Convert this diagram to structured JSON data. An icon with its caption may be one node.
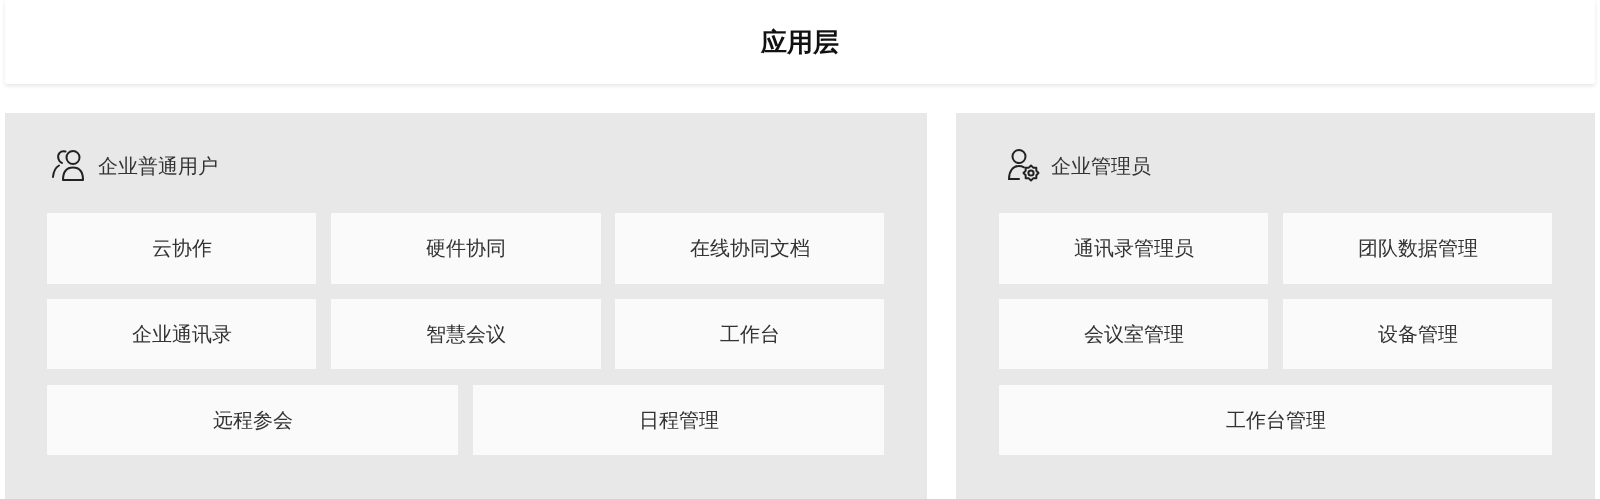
{
  "diagram": {
    "nodes": [
      {
        "text": [
          "应用层"
        ]
      },
      {
        "text": [
          "企业普通用户"
        ]
      },
      {
        "text": [
          "云协作"
        ],
        "in": 1
      },
      {
        "text": [
          "硬件协同"
        ],
        "in": 1
      },
      {
        "text": [
          "在线协同文档"
        ],
        "in": 1
      },
      {
        "text": [
          "企业通讯录"
        ],
        "in": 1
      },
      {
        "text": [
          "智慧会议"
        ],
        "in": 1
      },
      {
        "text": [
          "工作台"
        ],
        "in": 1
      },
      {
        "text": [
          "远程参会"
        ],
        "in": 1
      },
      {
        "text": [
          "日程管理"
        ],
        "in": 1
      },
      {
        "text": [
          "企业管理员"
        ]
      },
      {
        "text": [
          "通讯录管理员"
        ],
        "in": 10
      },
      {
        "text": [
          "团队数据管理"
        ],
        "in": 10
      },
      {
        "text": [
          "会议室管理"
        ],
        "in": 10
      },
      {
        "text": [
          "设备管理"
        ],
        "in": 10
      },
      {
        "text": [
          "工作台管理"
        ],
        "in": 10
      }
    ]
  }
}
